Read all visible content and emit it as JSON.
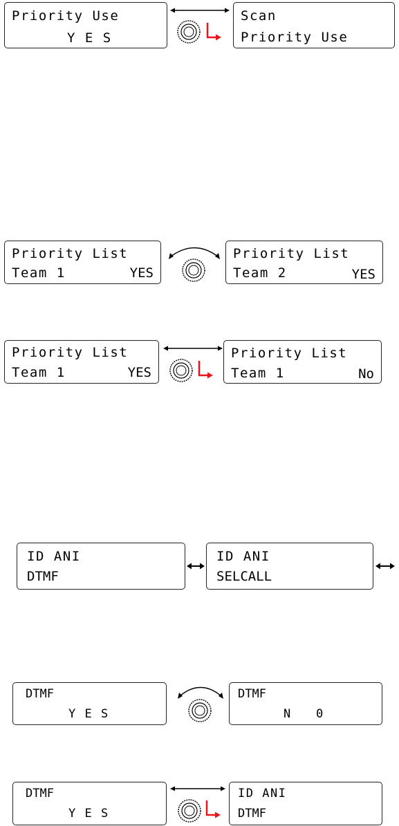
{
  "row1": {
    "left": {
      "line1": "Priority Use",
      "line2": "Y E S"
    },
    "right": {
      "line1": "Scan",
      "line2": "Priority Use"
    }
  },
  "row2": {
    "left": {
      "line1": "Priority List",
      "line2": "Team 1",
      "value": "YES"
    },
    "right": {
      "line1": "Priority List",
      "line2": "Team 2",
      "value": "YES"
    }
  },
  "row3": {
    "left": {
      "line1": "Priority List",
      "line2": "Team 1",
      "value": "YES"
    },
    "right": {
      "line1": "Priority List",
      "line2": "Team 1",
      "value": "No"
    }
  },
  "row4": {
    "left": {
      "line1": "ID ANI",
      "line2": "DTMF"
    },
    "right": {
      "line1": "ID ANI",
      "line2": "SELCALL"
    }
  },
  "row5": {
    "left": {
      "line1": "DTMF",
      "line2": "Y E S"
    },
    "right": {
      "line1": "DTMF",
      "line2": "N   0"
    }
  },
  "row6": {
    "left": {
      "line1": "DTMF",
      "line2": "Y E S"
    },
    "right": {
      "line1": "ID ANI",
      "line2": "DTMF"
    }
  },
  "colors": {
    "enter_arrow": "#e8141b",
    "border": "#222222"
  },
  "icons": [
    "knob-icon",
    "enter-arrow-icon",
    "double-arrow-icon",
    "rotate-arc-icon"
  ]
}
